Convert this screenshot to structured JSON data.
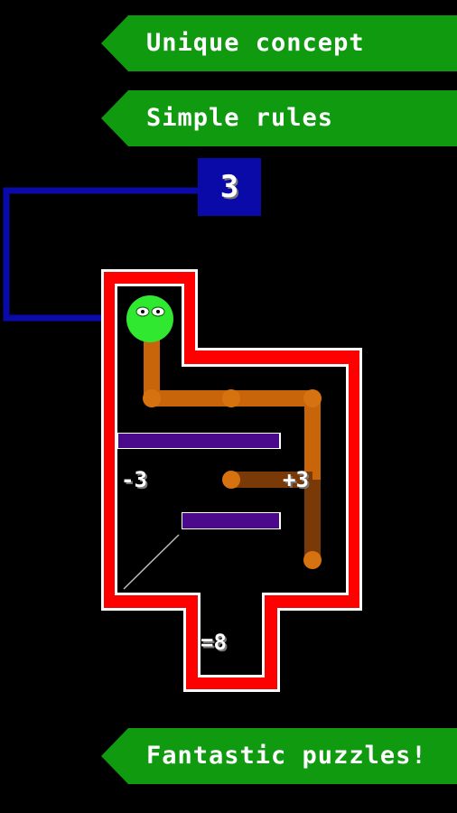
{
  "banners": [
    {
      "label": "Unique concept"
    },
    {
      "label": "Simple rules"
    },
    {
      "label": "Fantastic puzzles!"
    }
  ],
  "puzzle": {
    "counter_value": "3",
    "labels": {
      "minus": "-3",
      "plus": "+3",
      "target": "=8"
    }
  },
  "colors": {
    "banner": "#0f9a0f",
    "wall_red": "#ff0000",
    "wall_white": "#ffffff",
    "wire_blue": "#0a0aa8",
    "path_orange": "#c8640a",
    "barrier_purple": "#4b0a8c",
    "player_green": "#2fe82f"
  }
}
